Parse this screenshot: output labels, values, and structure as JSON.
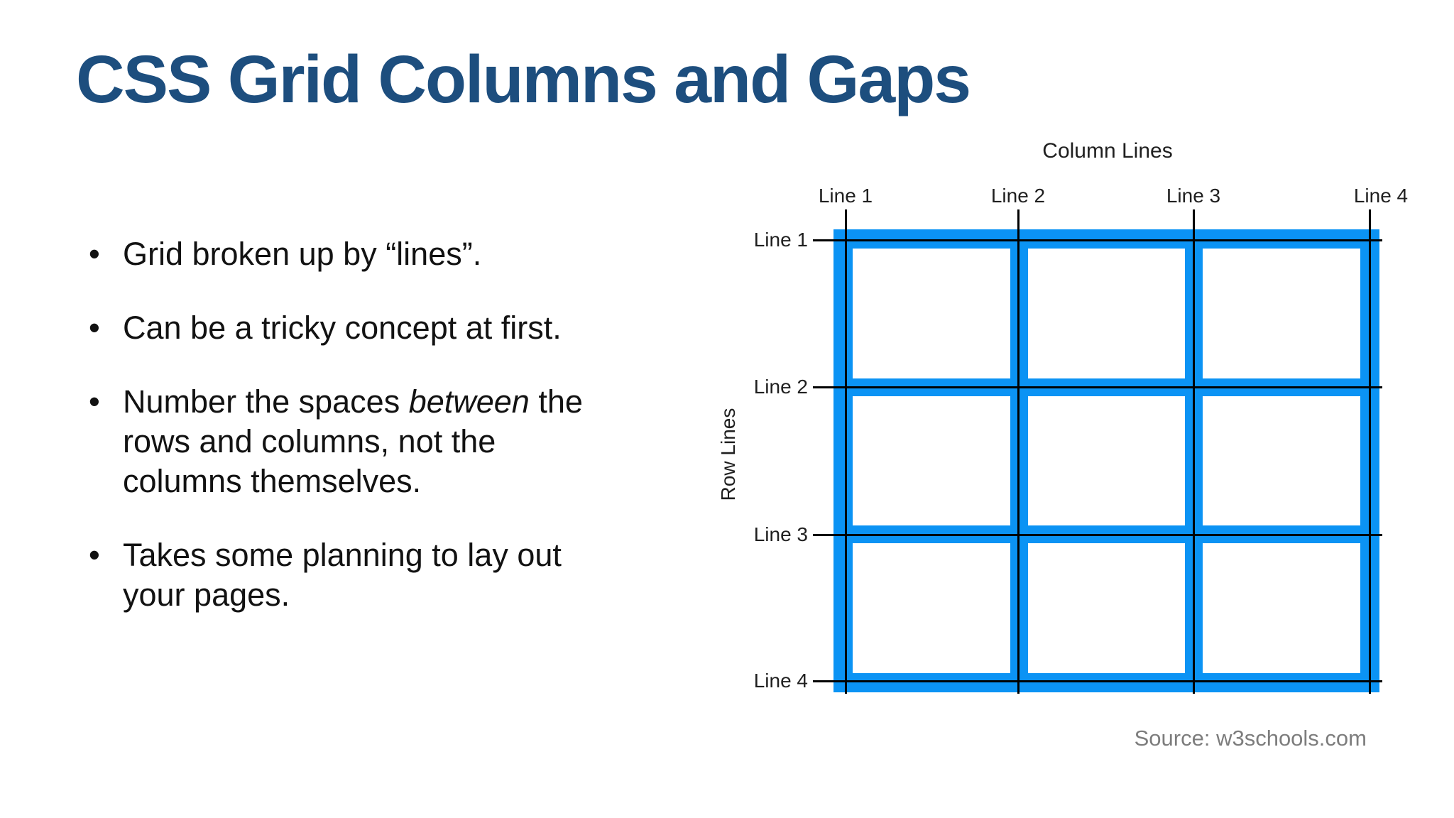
{
  "slide": {
    "title": "CSS Grid Columns and Gaps",
    "bullets": [
      {
        "pre": "Grid broken up by “lines”.",
        "em": "",
        "post": ""
      },
      {
        "pre": "Can be a tricky concept at first.",
        "em": "",
        "post": ""
      },
      {
        "pre": "Number the spaces ",
        "em": "between",
        "post": " the\nrows and columns, not the\ncolumns themselves."
      },
      {
        "pre": "Takes some planning to lay out\nyour pages.",
        "em": "",
        "post": ""
      }
    ]
  },
  "diagram": {
    "column_axis_title": "Column Lines",
    "row_axis_title": "Row Lines",
    "column_line_labels": [
      "Line 1",
      "Line 2",
      "Line 3",
      "Line 4"
    ],
    "row_line_labels": [
      "Line 1",
      "Line 2",
      "Line 3",
      "Line 4"
    ],
    "grid": {
      "rows": 3,
      "columns": 3
    }
  },
  "source": {
    "label": "Source: w3schools.com"
  },
  "theme": {
    "title_blue": "#1d4e7e",
    "grid_blue": "#0b93f4",
    "line_black": "#000000",
    "body_text": "#121212",
    "label_text": "#1f1f1f",
    "source_gray": "#7d7d7d",
    "background": "#ffffff"
  }
}
